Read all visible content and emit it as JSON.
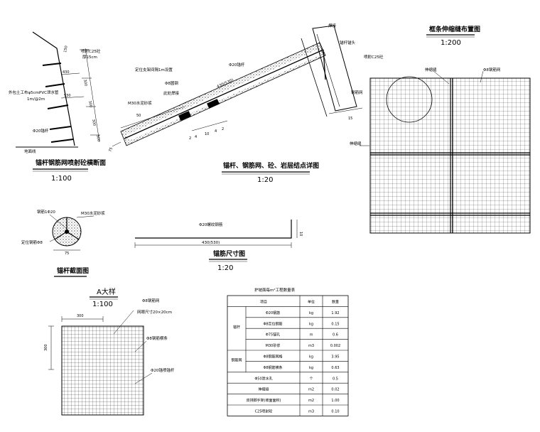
{
  "slope_section": {
    "title": "锚杆钢筋网喷射砼横断面",
    "scale": "1:100",
    "labels": {
      "shotcrete": "喷射C25砼",
      "thickness": "厚15cm",
      "drain_pipe": "外包土工布φ5cmPVC泄水管",
      "drain_spacing": "1m/@2m",
      "anchor": "Φ20锚杆",
      "ground": "地面线"
    },
    "dims": [
      "150",
      "430",
      "530",
      "300",
      "300",
      "300",
      "300"
    ]
  },
  "node_detail": {
    "title": "锚杆、钢筋网、砼、岩层结点详图",
    "scale": "1:20",
    "labels": {
      "bracket": "定位支架间隔1m设置",
      "phi8": "Φ8圆钢",
      "weld": "此处焊接",
      "mortar": "M30水泥砂浆",
      "anchor": "Φ20锚杆",
      "length": "430(530)",
      "weld_top": "焊接",
      "anchor_head": "锚杆锚头",
      "shotcrete": "喷射C25砼",
      "mesh": "钢筋网",
      "dim_15": "15",
      "dim_50": "50",
      "dim_75": "75"
    },
    "small_dims": [
      "2",
      "4",
      "10",
      "4",
      "2"
    ]
  },
  "joint_layout": {
    "title": "框条伸缩缝布置图",
    "scale": "1:200",
    "labels": {
      "joint": "伸缩缝",
      "mesh": "Φ8钢筋网",
      "joint_left": "伸缩缝"
    }
  },
  "anchor_section": {
    "title": "锚杆截面图",
    "labels": {
      "rebar": "钢筋1Φ20",
      "mortar": "M30水泥砂浆",
      "bracket": "定位钢筋Φ8",
      "dim": "75"
    }
  },
  "rebar_size": {
    "title": "锚筋尺寸图",
    "scale": "1:20",
    "labels": {
      "rebar": "Φ20螺纹钢筋",
      "length": "430(530)",
      "hook": "10"
    }
  },
  "detail_a": {
    "title": "A大样",
    "scale": "1:100",
    "labels": {
      "mesh": "Φ8钢筋网",
      "mesh_size": "网眼尺寸20×20cm",
      "bars": "Φ8钢筋横条",
      "anchor": "Φ20锚喷锚杆",
      "width": "300",
      "height": "300"
    }
  },
  "quantity_table": {
    "title": "护坡面每m²工程数量表",
    "headers": [
      "项目",
      "单位",
      "数量"
    ],
    "rows": [
      {
        "group": "锚杆",
        "item": "Φ20钢筋",
        "unit": "kg",
        "qty": "1.92"
      },
      {
        "group": "",
        "item": "Φ8定位钢筋",
        "unit": "kg",
        "qty": "0.15"
      },
      {
        "group": "",
        "item": "Φ75锚孔",
        "unit": "m",
        "qty": "0.6"
      },
      {
        "group": "",
        "item": "M30砂浆",
        "unit": "m3",
        "qty": "0.002"
      },
      {
        "group": "钢筋网",
        "item": "Φ8钢筋网格",
        "unit": "kg",
        "qty": "3.95"
      },
      {
        "group": "",
        "item": "Φ8钢筋横条",
        "unit": "kg",
        "qty": "0.63"
      },
      {
        "group": "",
        "item": "Φ50泄水孔",
        "unit": "个",
        "qty": "0.5"
      },
      {
        "group": "",
        "item": "伸缩缝",
        "unit": "m2",
        "qty": "0.02"
      },
      {
        "group": "",
        "item": "双排脚手架(坡面面积)",
        "unit": "m2",
        "qty": "1.00"
      },
      {
        "group": "",
        "item": "C25喷射砼",
        "unit": "m3",
        "qty": "0.10"
      }
    ]
  }
}
